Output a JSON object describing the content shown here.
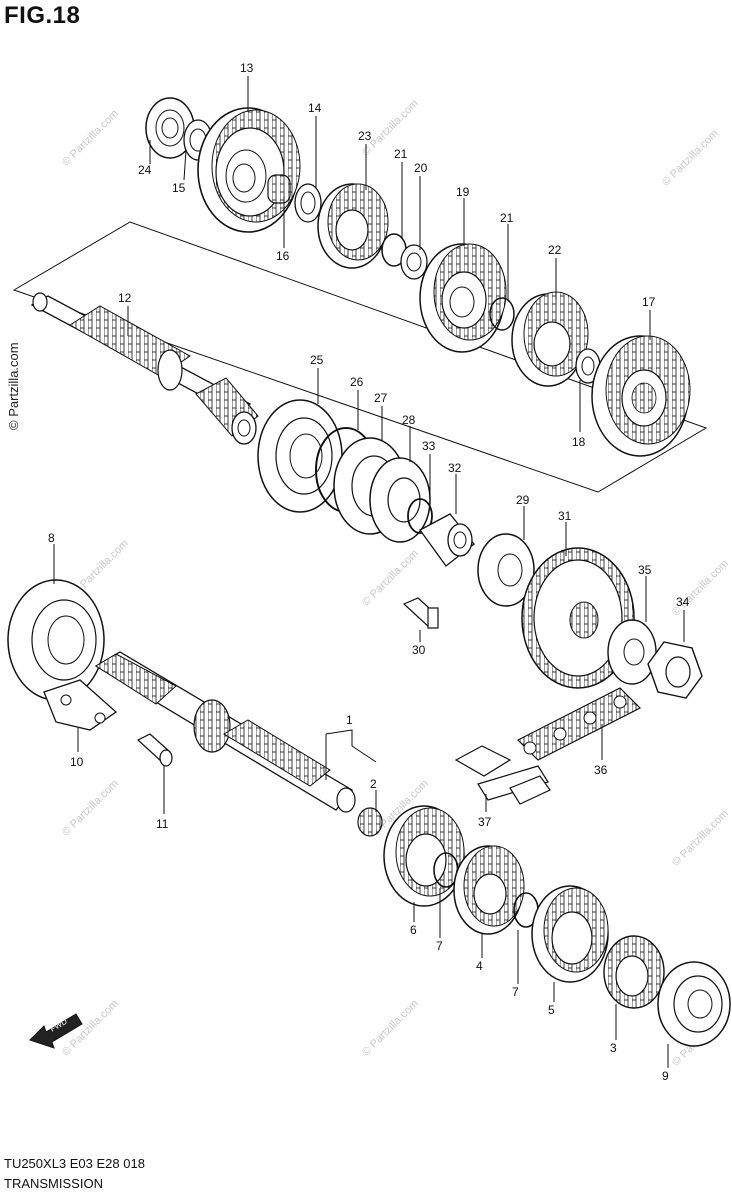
{
  "figure": {
    "title": "FIG.18",
    "footer_code": "TU250XL3  E03  E28  018",
    "footer_name": "TRANSMISSION",
    "watermark": "© Partzilla.com",
    "direction_label": "FWD"
  },
  "callouts": [
    "1",
    "2",
    "3",
    "4",
    "5",
    "6",
    "7",
    "8",
    "9",
    "10",
    "11",
    "12",
    "13",
    "14",
    "15",
    "16",
    "17",
    "18",
    "19",
    "20",
    "21",
    "22",
    "23",
    "24",
    "25",
    "26",
    "27",
    "28",
    "29",
    "30",
    "31",
    "32",
    "33",
    "34",
    "35",
    "36",
    "37"
  ]
}
